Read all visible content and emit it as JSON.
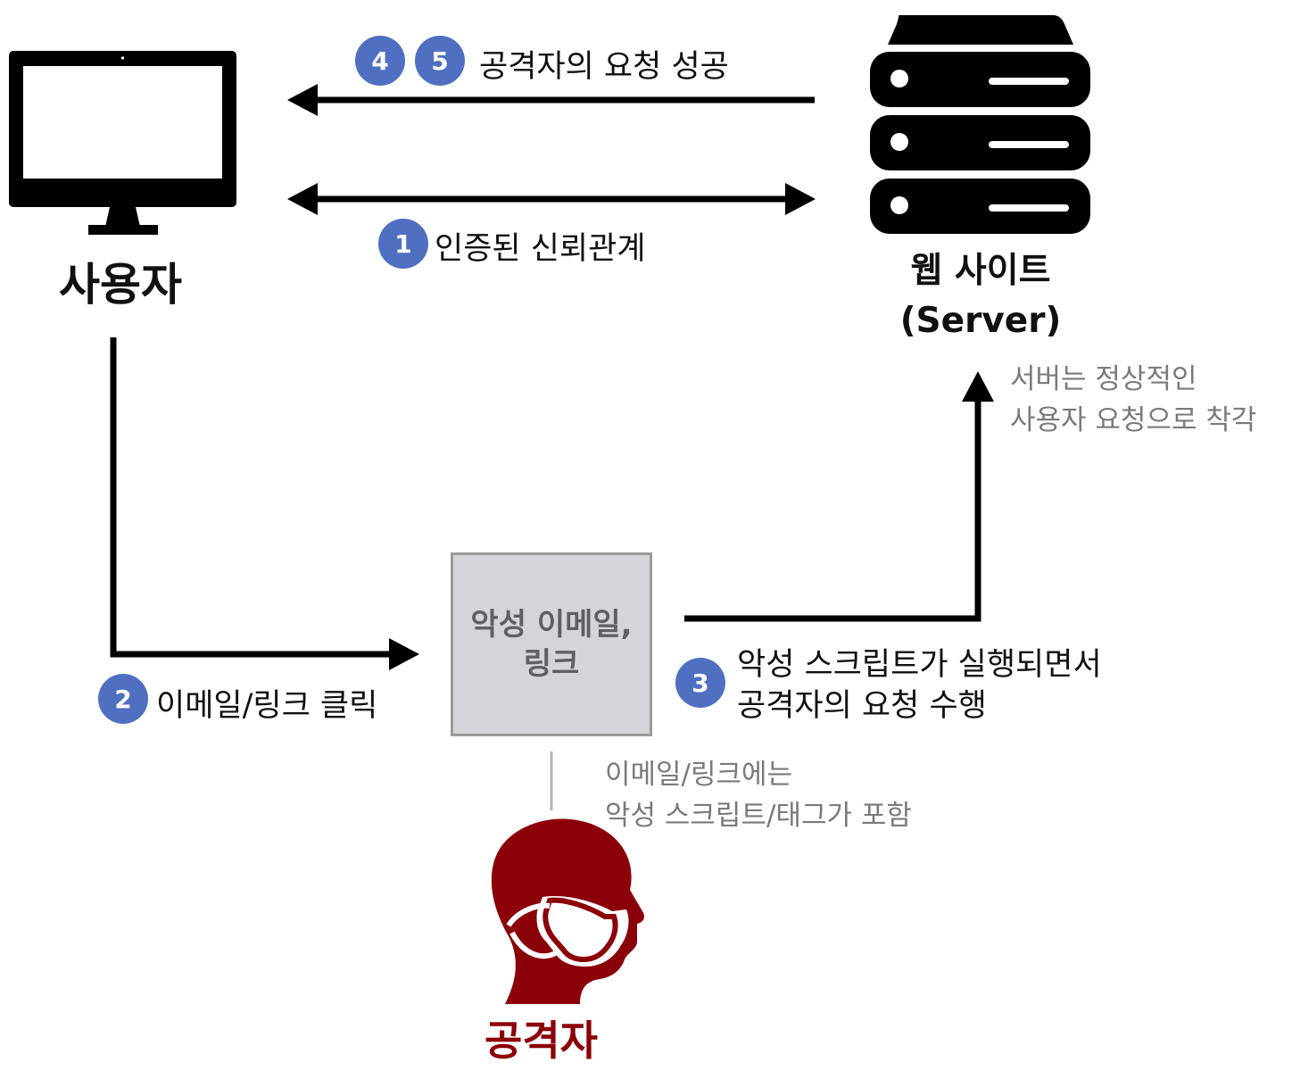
{
  "actors": {
    "user": "사용자",
    "server_line1": "웹 사이트",
    "server_line2": "(Server)",
    "attacker": "공격자"
  },
  "icons": {
    "user": "monitor-icon",
    "server": "server-rack-icon",
    "attacker": "masked-person-icon"
  },
  "colors": {
    "badge": "#4f6fc0",
    "attacker": "#8b0008",
    "box": "#d4d5d8",
    "note_text": "#7a7a7a"
  },
  "steps": {
    "step1": {
      "badge": "1",
      "label": "인증된 신뢰관계"
    },
    "step2": {
      "badge": "2",
      "label": "이메일/링크 클릭"
    },
    "step3": {
      "badge": "3",
      "line1": "악성 스크립트가 실행되면서",
      "line2": "공격자의 요청 수행"
    },
    "step45": {
      "badge_a": "4",
      "badge_b": "5",
      "label": "공격자의 요청 성공"
    }
  },
  "malicious_box": {
    "line1": "악성 이메일,",
    "line2": "링크"
  },
  "notes": {
    "server_note_line1": "서버는 정상적인",
    "server_note_line2": "사용자 요청으로 착각",
    "email_note_line1": "이메일/링크에는",
    "email_note_line2": "악성 스크립트/태그가 포함"
  }
}
